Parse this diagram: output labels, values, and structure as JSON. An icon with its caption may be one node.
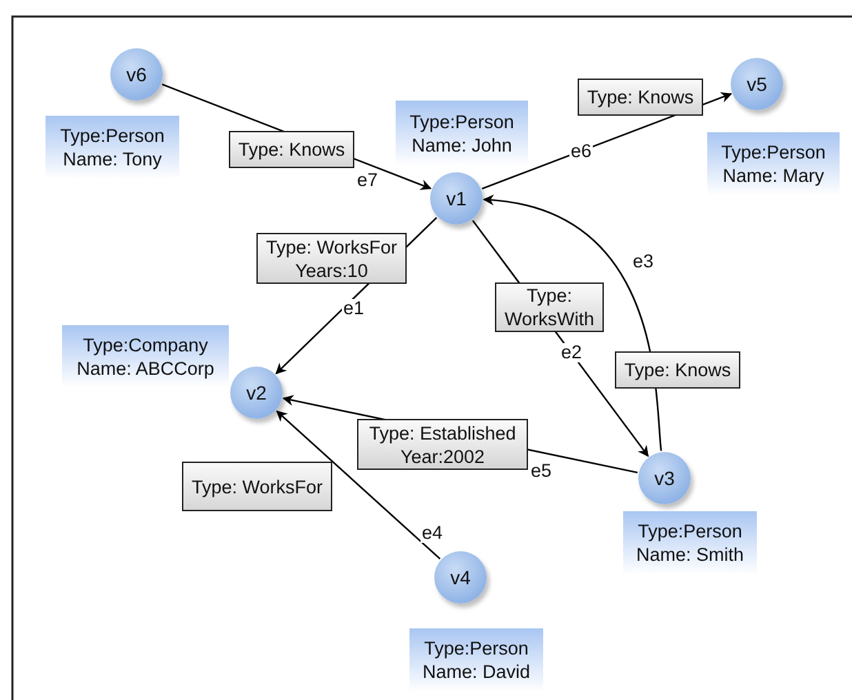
{
  "diagram": {
    "nodes": [
      {
        "text": [
          "v1"
        ],
        "beside": [
          "Type:Person Name: John"
        ]
      },
      {
        "text": [
          "v2"
        ],
        "beside": [
          "Type:Company Name: ABCCorp"
        ]
      },
      {
        "text": [
          "v3"
        ],
        "beside": [
          "Type:Person Name: Smith"
        ]
      },
      {
        "text": [
          "v4"
        ],
        "beside": [
          "Type:Person Name: David"
        ]
      },
      {
        "text": [
          "v5"
        ],
        "beside": [
          "Type:Person Name: Mary"
        ]
      },
      {
        "text": [
          "v6"
        ],
        "beside": [
          "Type:Person Name: Tony"
        ]
      }
    ],
    "edges": [
      {
        "from": 5,
        "to": 0,
        "arrow": "to",
        "label": "Type: Knows"
      },
      {
        "from": 0,
        "to": 4,
        "arrow": "to",
        "label": "Type: Knows"
      },
      {
        "from": 0,
        "to": 1,
        "arrow": "to",
        "label": "Type: WorksFor Years:10"
      },
      {
        "from": 0,
        "to": 2,
        "arrow": "to",
        "label": "Type: WorksWith"
      },
      {
        "from": 2,
        "to": 0,
        "arrow": "to",
        "label": "Type: Knows"
      },
      {
        "from": 2,
        "to": 1,
        "arrow": "to",
        "label": "Type: Established Year:2002"
      },
      {
        "from": 3,
        "to": 1,
        "arrow": "to"
      }
    ],
    "labels": [
      "e7",
      "e6",
      "e3",
      "e1",
      "e2",
      "e5",
      "Type: WorksFor",
      "e4"
    ]
  }
}
